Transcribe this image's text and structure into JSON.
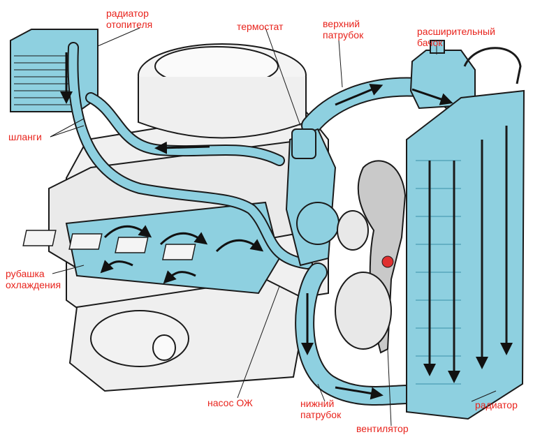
{
  "diagram": {
    "colors": {
      "coolant": "#8ed0e0",
      "coolant_dark": "#5bb0c8",
      "outline": "#1a1a1a",
      "label": "#e8231c",
      "metal": "#f2f2f2",
      "arrow": "#111111"
    },
    "labels": {
      "heater_radiator": "радиатор\nотопителя",
      "thermostat": "термостат",
      "upper_hose": "верхний\nпатрубок",
      "expansion_tank": "расширительный\nбачок",
      "hoses": "шланги",
      "cooling_jacket": "рубашка\nохлаждения",
      "water_pump": "насос ОЖ",
      "lower_hose": "нижний\nпатрубок",
      "fan": "вентилятор",
      "radiator": "радиатор"
    }
  }
}
